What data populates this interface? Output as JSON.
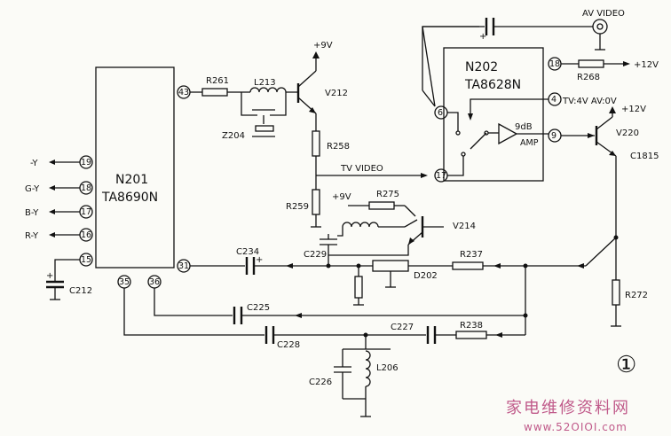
{
  "ic_n201": {
    "ref": "N201",
    "part": "TA8690N"
  },
  "ic_n202": {
    "ref": "N202",
    "part": "TA8628N",
    "pin4_note": "TV:4V AV:0V",
    "amp_gain": "9dB",
    "amp_label": "AMP"
  },
  "pins": {
    "p19": "19",
    "p18": "18",
    "p17": "17",
    "p16": "16",
    "p15": "15",
    "p35": "35",
    "p36": "36",
    "p31": "31",
    "p43": "43",
    "n6": "6",
    "n18": "18",
    "n4": "4",
    "n9": "9",
    "n17": "17"
  },
  "signals": {
    "y": "-Y",
    "gy": "G-Y",
    "by": "B-Y",
    "ry": "R-Y"
  },
  "labels": {
    "av_video": "AV VIDEO",
    "tv_video": "TV VIDEO",
    "plus9a": "+9V",
    "plus9b": "+9V",
    "plus12a": "+12V",
    "plus12b": "+12V"
  },
  "components": {
    "r261": "R261",
    "l213": "L213",
    "v212": "V212",
    "z204": "Z204",
    "r258": "R258",
    "r259": "R259",
    "r275": "R275",
    "v214": "V214",
    "c229": "C229",
    "c234": "C234",
    "d202": "D202",
    "r237": "R237",
    "c225": "C225",
    "c228": "C228",
    "c227": "C227",
    "r238": "R238",
    "l206": "L206",
    "c226": "C226",
    "c212": "C212",
    "r268": "R268",
    "v220": "V220",
    "c1815": "C1815",
    "r272": "R272"
  },
  "figure_number": "①",
  "watermark": {
    "cn": "家电维修资料网",
    "url": "www.52OIOI.com"
  }
}
